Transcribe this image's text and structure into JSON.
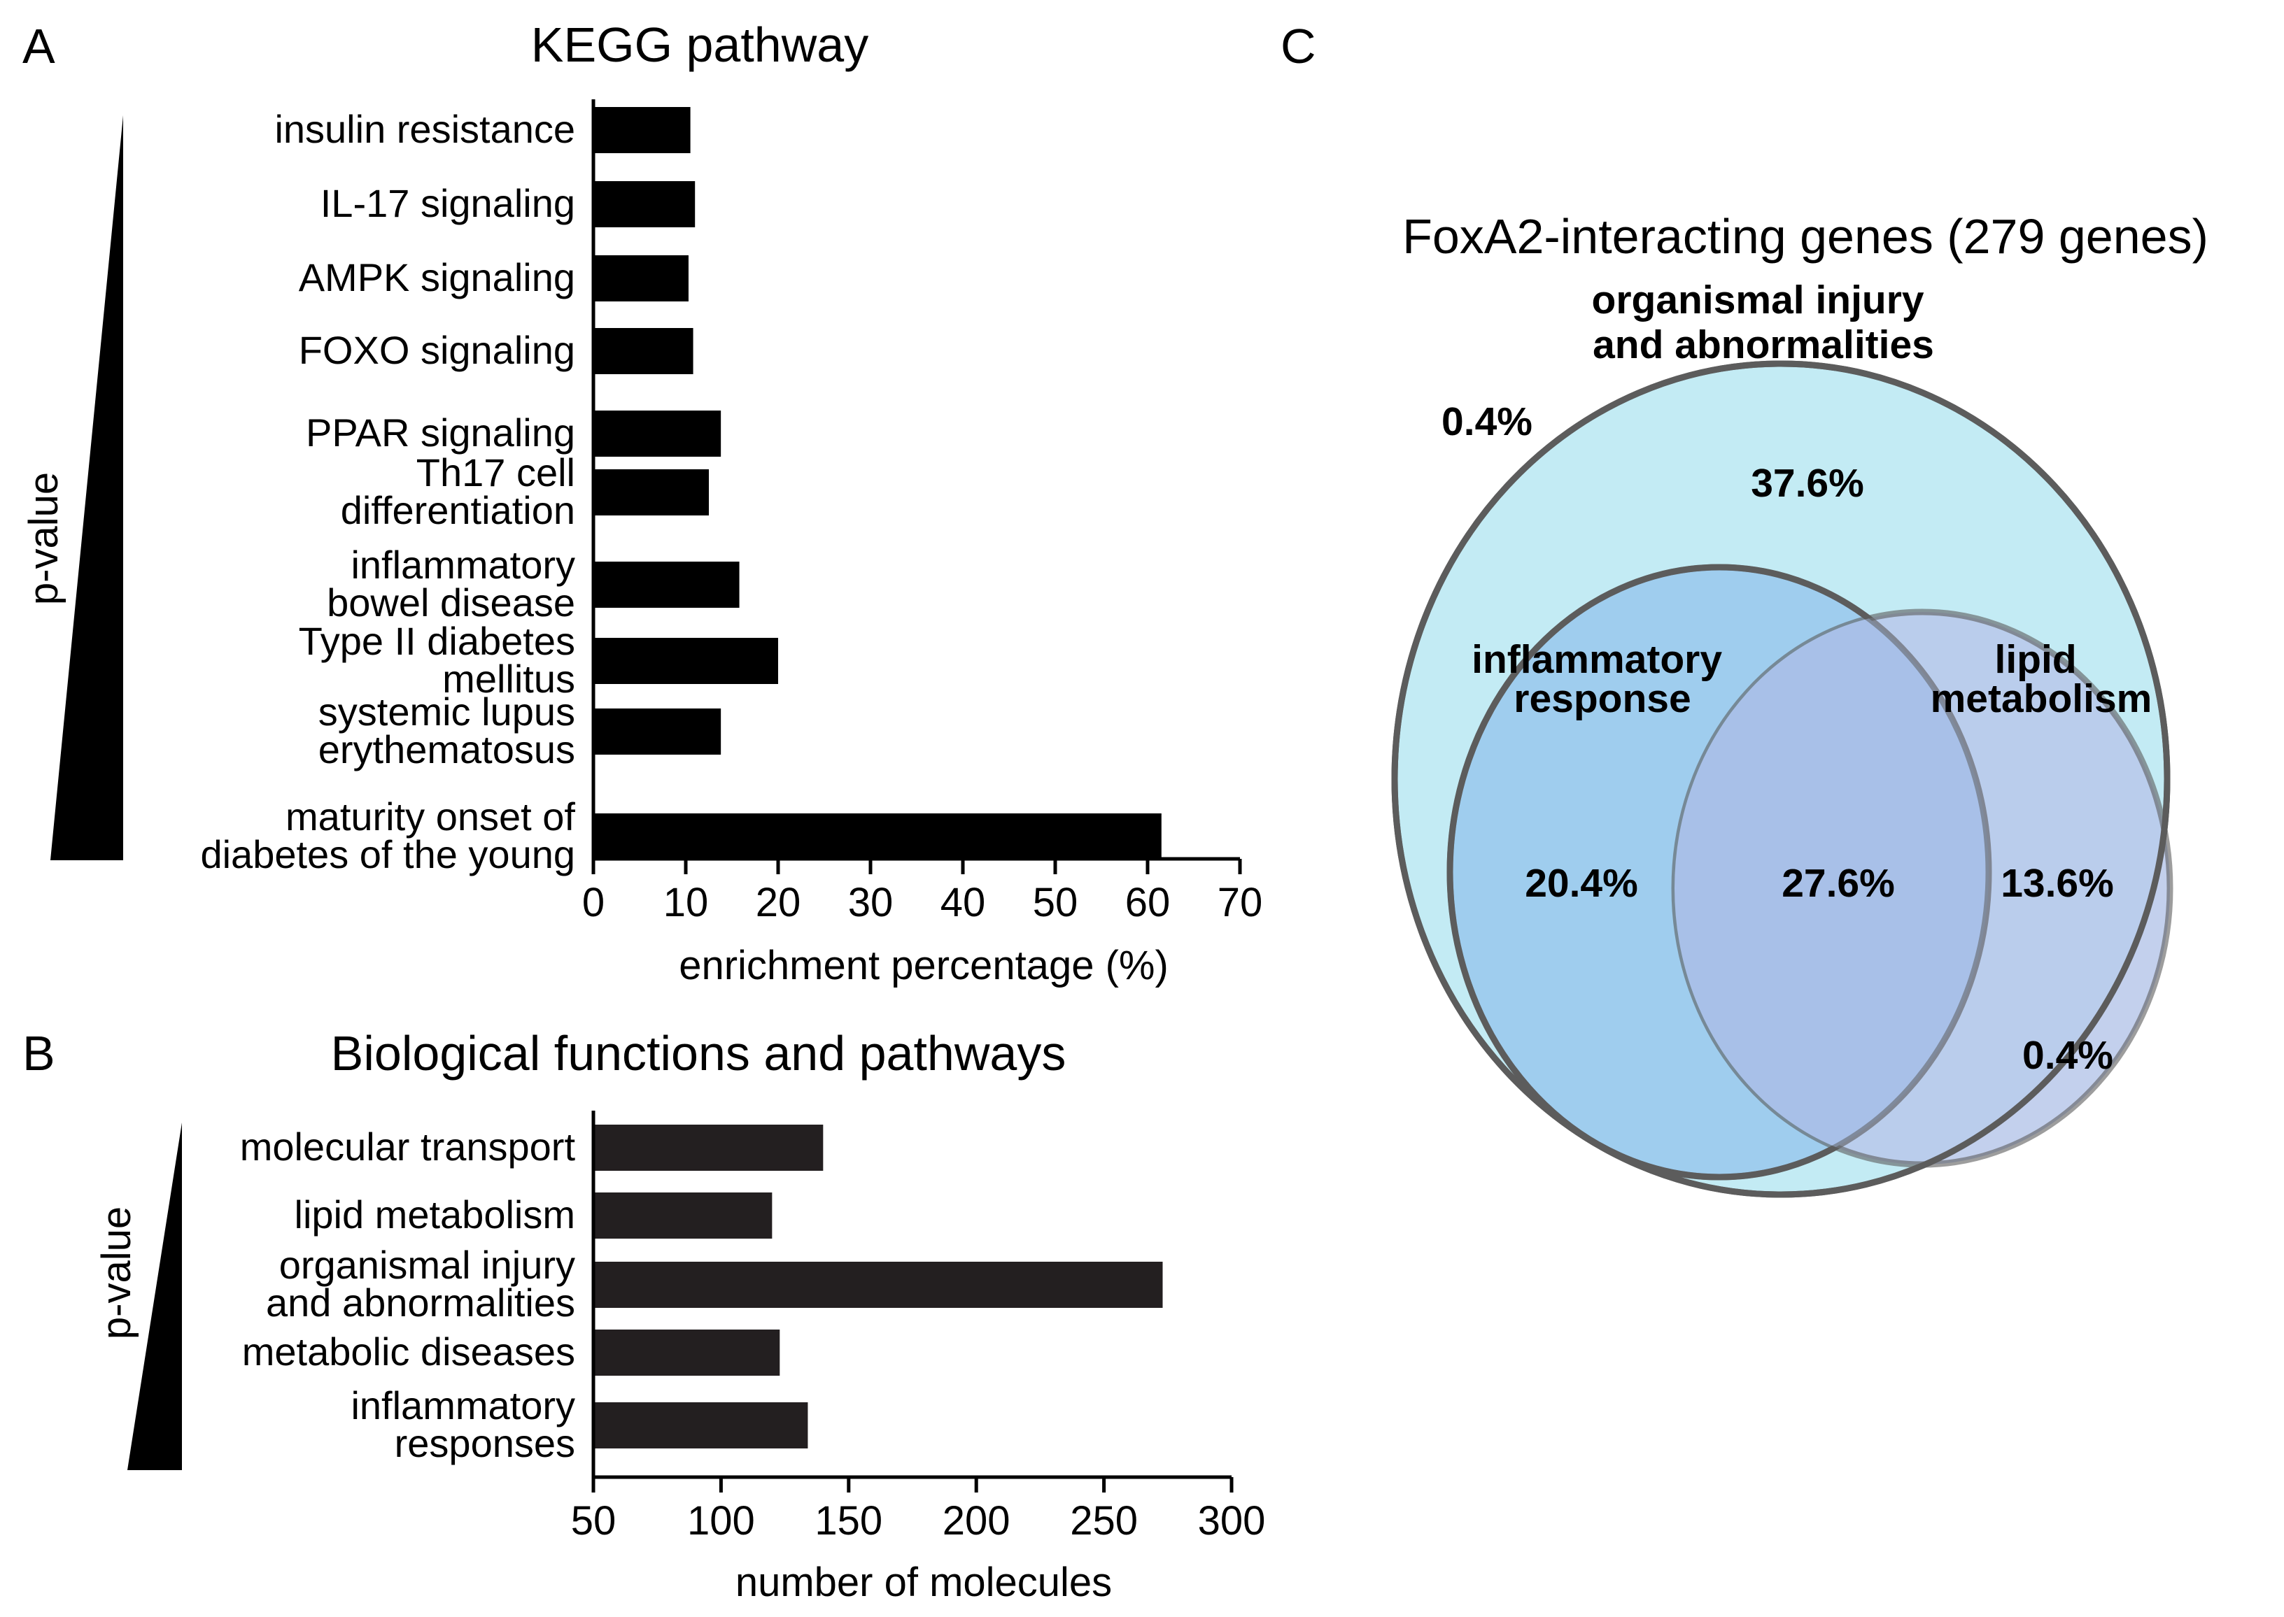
{
  "panels": {
    "a": "A",
    "b": "B",
    "c": "C"
  },
  "colors": {
    "bar": "#000000",
    "bar_b": "#231f20",
    "organismal": "#c3ebf4",
    "inflammatory": "#9fcdee",
    "lipid": "#b9c8ea",
    "overlap": "#a8c0e8",
    "outline": "#5c5c5c"
  },
  "chart_data": [
    {
      "type": "bar",
      "orientation": "horizontal",
      "title": "KEGG pathway",
      "xlabel": "enrichment percentage (%)",
      "ylabel": "p-value",
      "xlim": [
        0,
        70
      ],
      "xticks": [
        "0",
        "10",
        "20",
        "30",
        "40",
        "50",
        "60",
        "70"
      ],
      "categories": [
        [
          "insulin resistance"
        ],
        [
          "IL-17 signaling"
        ],
        [
          "AMPK signaling"
        ],
        [
          "FOXO signaling"
        ],
        [
          "PPAR signaling"
        ],
        [
          "Th17 cell",
          "differentiation"
        ],
        [
          "inflammatory",
          "bowel disease"
        ],
        [
          "Type II diabetes",
          "mellitus"
        ],
        [
          "systemic lupus",
          "erythematosus"
        ],
        [
          "maturity onset of",
          "diabetes of the young"
        ]
      ],
      "values": [
        10.5,
        11,
        10.3,
        10.8,
        13.8,
        12.5,
        15.8,
        20,
        13.8,
        61.5
      ],
      "grid": false,
      "legend": "none"
    },
    {
      "type": "bar",
      "orientation": "horizontal",
      "title": "Biological functions and pathways",
      "xlabel": "number of molecules",
      "ylabel": "p-value",
      "xlim": [
        50,
        300
      ],
      "xticks": [
        "50",
        "100",
        "150",
        "200",
        "250",
        "300"
      ],
      "categories": [
        [
          "molecular transport"
        ],
        [
          "lipid metabolism"
        ],
        [
          "organismal injury",
          "and abnormalities"
        ],
        [
          "metabolic diseases"
        ],
        [
          "inflammatory",
          "responses"
        ]
      ],
      "values": [
        140,
        120,
        273,
        123,
        134
      ],
      "grid": false,
      "legend": "none"
    },
    {
      "type": "venn",
      "title": "FoxA2-interacting genes (279 genes)",
      "sets": [
        [
          "organismal injury",
          "and abnormalities"
        ],
        [
          "inflammatory",
          "response"
        ],
        [
          "lipid",
          "metabolism"
        ]
      ],
      "regions": {
        "organismal_only": "37.6%",
        "outside_top": "0.4%",
        "inflammatory_only": "20.4%",
        "inflammatory_and_lipid": "27.6%",
        "lipid_only": "13.6%",
        "lipid_outside": "0.4%"
      }
    }
  ]
}
